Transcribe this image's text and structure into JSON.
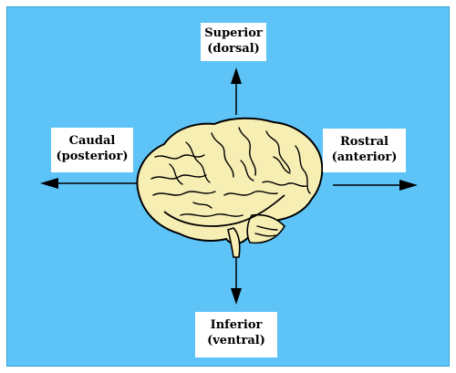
{
  "colors": {
    "background": "#5ec4f7",
    "label_box": "#ffffff",
    "brain_fill": "#f7eeb4",
    "arrow": "#000000"
  },
  "labels": {
    "superior": {
      "line1": "Superior",
      "line2": "(dorsal)"
    },
    "caudal": {
      "line1": "Caudal",
      "line2": "(posterior)"
    },
    "rostral": {
      "line1": "Rostral",
      "line2": "(anterior)"
    },
    "inferior": {
      "line1": "Inferior",
      "line2": "(ventral)"
    }
  },
  "icons": [
    "brain-illustration",
    "arrow-up-icon",
    "arrow-down-icon",
    "arrow-left-icon",
    "arrow-right-icon"
  ]
}
